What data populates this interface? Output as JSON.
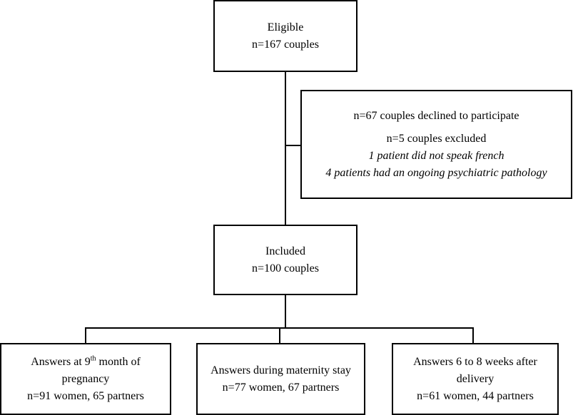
{
  "eligible": {
    "title": "Eligible",
    "count": "n=167 couples"
  },
  "exclusion": {
    "declined": "n=67 couples declined to participate",
    "excluded": "n=5 couples excluded",
    "reason_1": "1 patient did not speak french",
    "reason_2": "4 patients had an ongoing psychiatric pathology"
  },
  "included": {
    "title": "Included",
    "count": "n=100 couples"
  },
  "answers": [
    {
      "pre": "Answers at 9",
      "sup": "th",
      "post": " month of",
      "line2": "pregnancy",
      "count": "n=91 women, 65 partners"
    },
    {
      "line1": "Answers during maternity stay",
      "count": "n=77 women, 67 partners"
    },
    {
      "line1": "Answers 6 to 8 weeks after",
      "line2": "delivery",
      "count": "n=61 women, 44 partners"
    }
  ]
}
